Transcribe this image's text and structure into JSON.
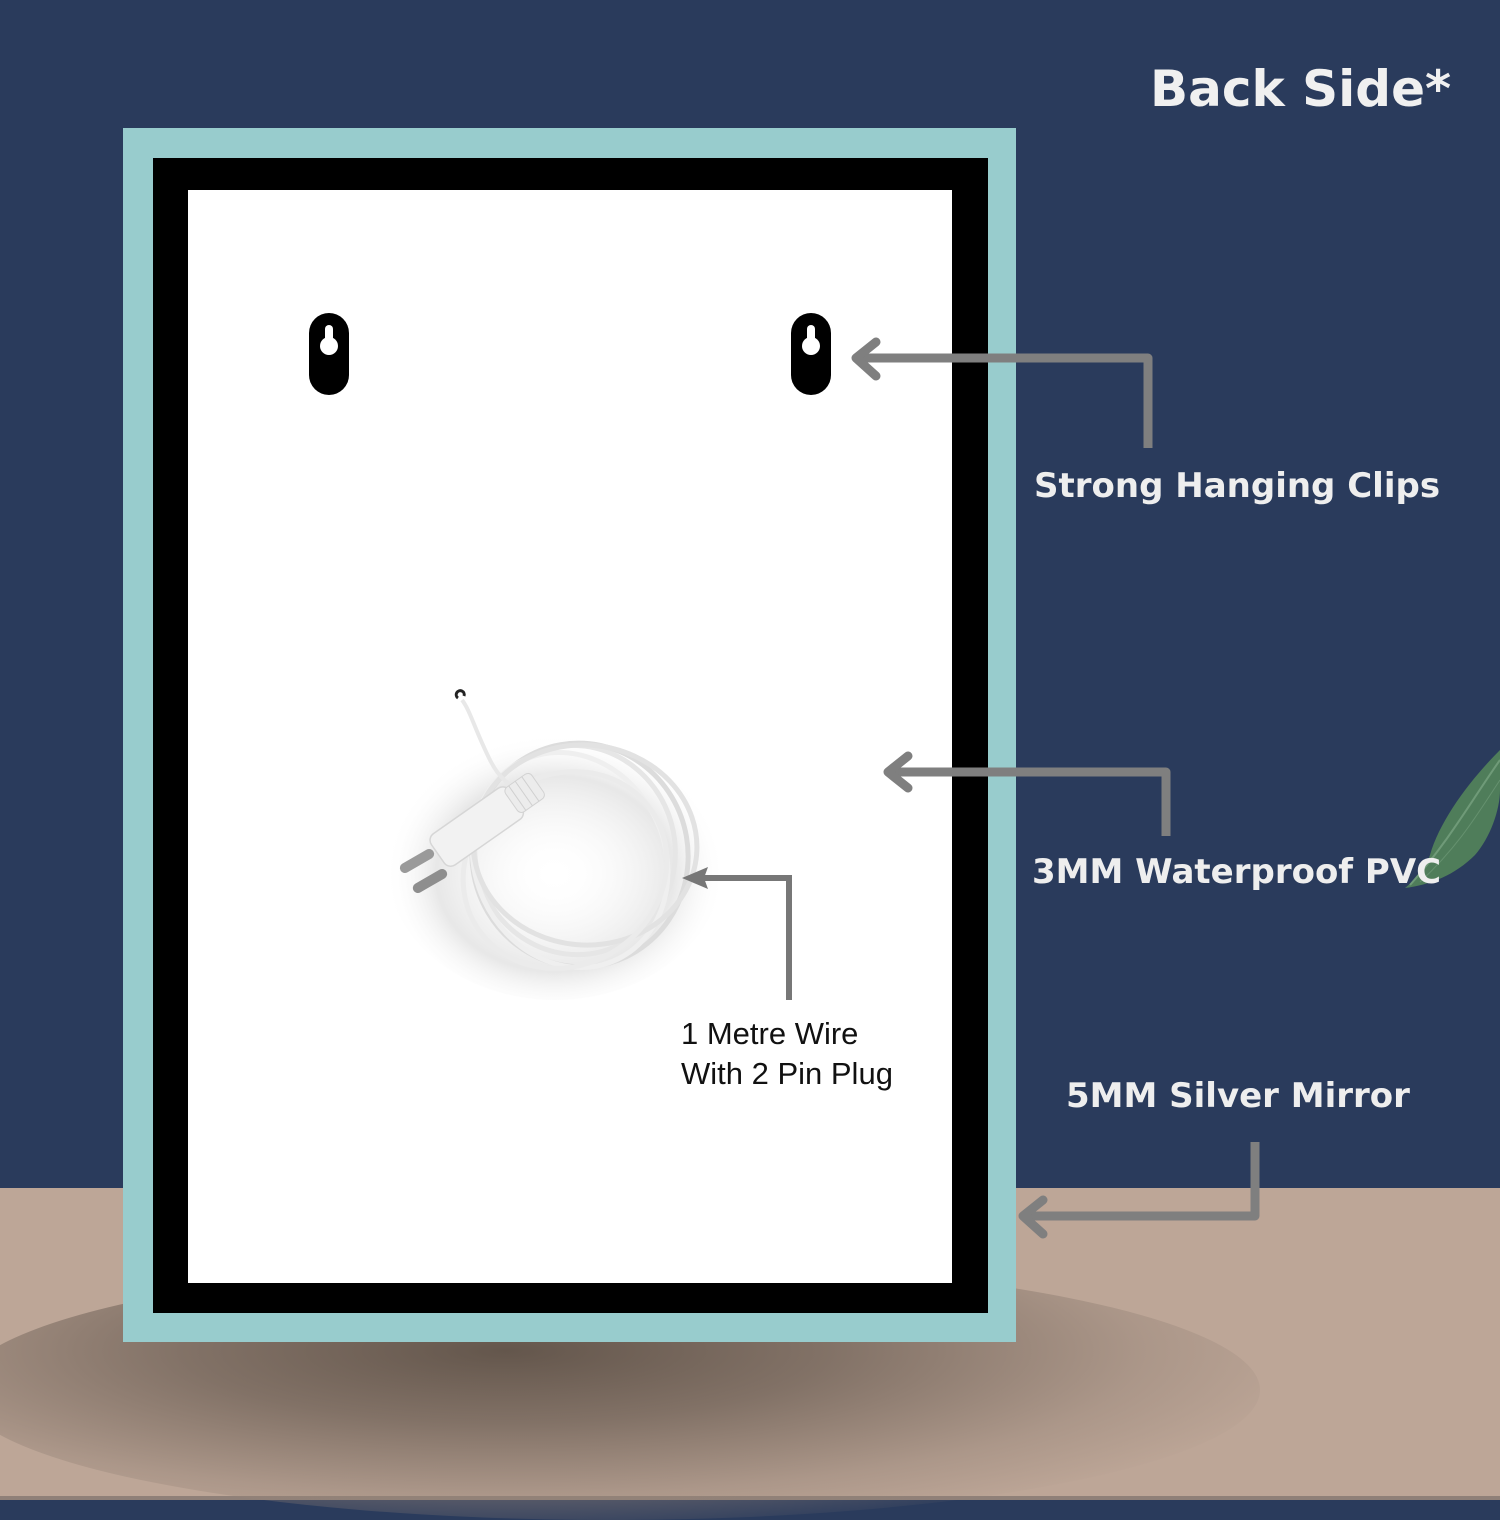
{
  "title": "Back Side*",
  "colors": {
    "wall": "#2a3b5c",
    "floor": "#bda697",
    "frame_outer": "#98cccd",
    "frame_inner": "#000000",
    "panel": "#ffffff",
    "arrow": "#7f7f7f",
    "label_text": "#eeeeee",
    "wire_label_text": "#111111",
    "leaf": "#4f7d5a"
  },
  "callouts": [
    {
      "id": "hanging-clips",
      "label": "Strong Hanging Clips"
    },
    {
      "id": "waterproof-pvc",
      "label": "3MM Waterproof PVC"
    },
    {
      "id": "silver-mirror",
      "label": "5MM Silver Mirror"
    }
  ],
  "wire": {
    "line1": "1 Metre Wire",
    "line2": "With 2 Pin Plug"
  },
  "icons": [
    "keyhole-clip-icon",
    "keyhole-clip-icon",
    "power-plug-icon",
    "leaf-icon",
    "arrow-left-icon"
  ]
}
